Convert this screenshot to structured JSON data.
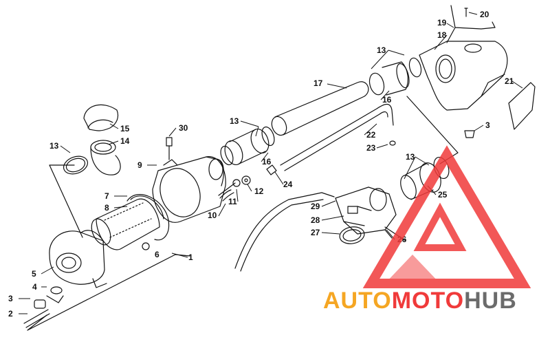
{
  "diagram": {
    "callouts": [
      {
        "id": "c1",
        "text": "1"
      },
      {
        "id": "c2",
        "text": "2"
      },
      {
        "id": "c3a",
        "text": "3"
      },
      {
        "id": "c3b",
        "text": "3"
      },
      {
        "id": "c4",
        "text": "4"
      },
      {
        "id": "c5",
        "text": "5"
      },
      {
        "id": "c6",
        "text": "6"
      },
      {
        "id": "c7",
        "text": "7"
      },
      {
        "id": "c8",
        "text": "8"
      },
      {
        "id": "c9",
        "text": "9"
      },
      {
        "id": "c10",
        "text": "10"
      },
      {
        "id": "c11",
        "text": "11"
      },
      {
        "id": "c12",
        "text": "12"
      },
      {
        "id": "c13a",
        "text": "13"
      },
      {
        "id": "c13b",
        "text": "13"
      },
      {
        "id": "c13c",
        "text": "13"
      },
      {
        "id": "c13d",
        "text": "13"
      },
      {
        "id": "c14",
        "text": "14"
      },
      {
        "id": "c15",
        "text": "15"
      },
      {
        "id": "c16a",
        "text": "16"
      },
      {
        "id": "c16b",
        "text": "16"
      },
      {
        "id": "c17",
        "text": "17"
      },
      {
        "id": "c18",
        "text": "18"
      },
      {
        "id": "c19",
        "text": "19"
      },
      {
        "id": "c20",
        "text": "20"
      },
      {
        "id": "c21",
        "text": "21"
      },
      {
        "id": "c22",
        "text": "22"
      },
      {
        "id": "c23",
        "text": "23"
      },
      {
        "id": "c24",
        "text": "24"
      },
      {
        "id": "c25",
        "text": "25"
      },
      {
        "id": "c26",
        "text": "26"
      },
      {
        "id": "c27",
        "text": "27"
      },
      {
        "id": "c28",
        "text": "28"
      },
      {
        "id": "c29",
        "text": "29"
      },
      {
        "id": "c30",
        "text": "30"
      }
    ]
  },
  "watermark": {
    "part1": "AUTO",
    "part2": "MOTO",
    "part3": "HUB",
    "colors": {
      "logo_red": "#f03a3a",
      "auto_orange": "#f5a623",
      "hub_gray": "#6b6b6b"
    }
  }
}
